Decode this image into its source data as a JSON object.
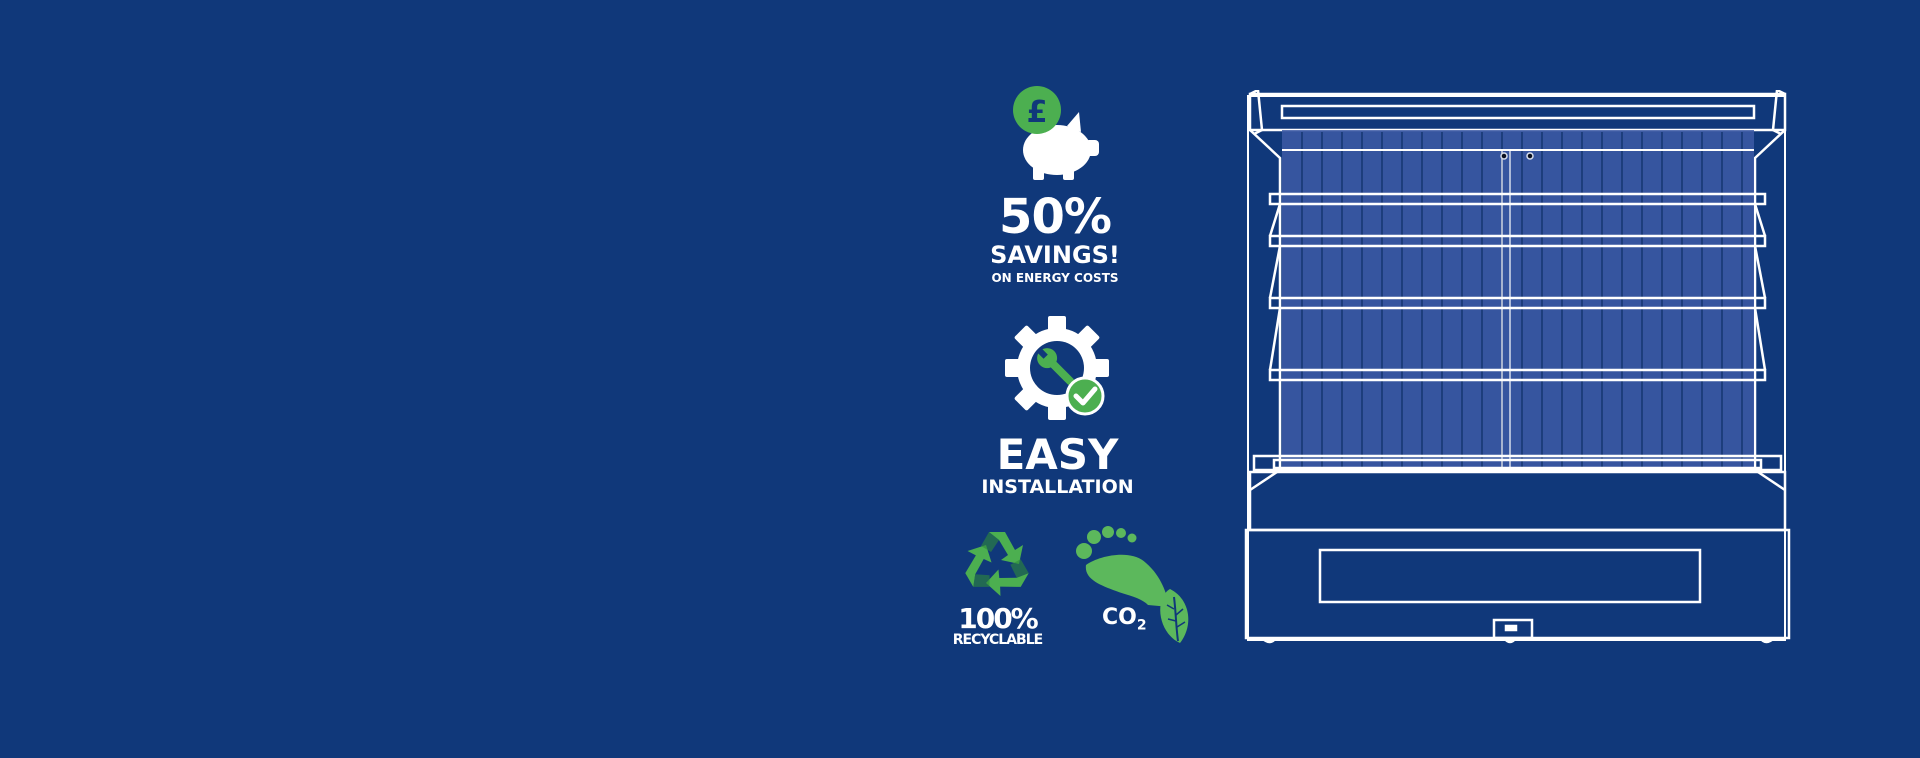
{
  "features": {
    "savings": {
      "icon": "piggy-bank-pound-icon",
      "currency_symbol": "£",
      "value": "50%",
      "title": "SAVINGS!",
      "subtitle": "ON ENERGY COSTS"
    },
    "installation": {
      "icon": "gear-wrench-check-icon",
      "title": "EASY",
      "subtitle": "INSTALLATION"
    },
    "recyclable": {
      "icon": "recycle-icon",
      "value": "100%",
      "label": "RECYCLABLE"
    },
    "carbon": {
      "icon": "co2-footprint-leaf-icon",
      "label_main": "CO",
      "label_sub": "2"
    }
  },
  "product": {
    "illustration": "refrigerated-display-cabinet-outline"
  },
  "colors": {
    "background": "#10387a",
    "accent_green": "#4caf50",
    "outline": "#ffffff",
    "glass": "#3d5aa6"
  }
}
